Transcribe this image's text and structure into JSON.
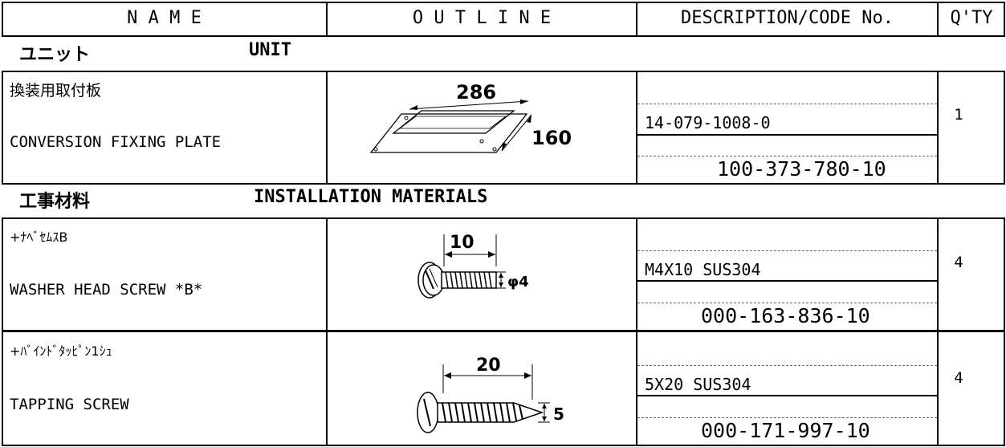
{
  "header": {
    "name": "N A M E",
    "outline": "O U T L I N E",
    "description": "DESCRIPTION/CODE No.",
    "qty": "Q'TY"
  },
  "sections": [
    {
      "title_jp": "ユニット",
      "title_en": "UNIT",
      "items": [
        {
          "name_jp": "換装用取付板",
          "name_en": "CONVERSION FIXING PLATE",
          "description": "14-079-1008-0",
          "code": "100-373-780-10",
          "qty": "1",
          "dims": [
            "286",
            "160"
          ]
        }
      ]
    },
    {
      "title_jp": "工事材料",
      "title_en": "INSTALLATION MATERIALS",
      "items": [
        {
          "name_jp": "+ﾅﾍﾞｾﾑｽB",
          "name_en": "WASHER HEAD SCREW *B*",
          "description": "M4X10 SUS304",
          "code": "000-163-836-10",
          "qty": "4",
          "dims": [
            "10",
            "φ4"
          ]
        },
        {
          "name_jp": "+ﾊﾞｲﾝﾄﾞﾀｯﾋﾟﾝ1ｼｭ",
          "name_en": "TAPPING SCREW",
          "description": "5X20 SUS304",
          "code": "000-171-997-10",
          "qty": "4",
          "dims": [
            "20",
            "5"
          ]
        }
      ]
    }
  ]
}
